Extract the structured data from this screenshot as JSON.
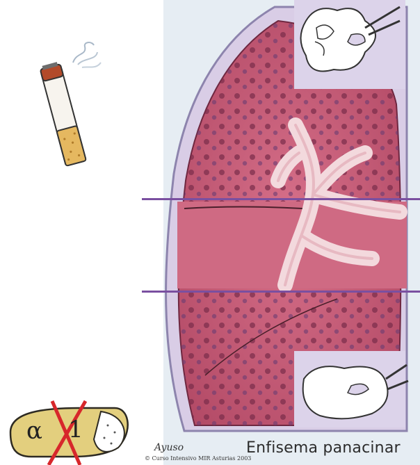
{
  "figure": {
    "caption": "Enfisema panacinar",
    "copyright": "© Curso Intensivo MIR Asturias 2003",
    "signature": "Ayuso",
    "alpha_label": "α",
    "one_label": "1"
  },
  "colors": {
    "background": "#ffffff",
    "lung_tissue": "#c8556f",
    "lung_dark": "#a93d58",
    "pleura": "#d9cde6",
    "airway": "#f3d9dd",
    "cut_line": "#7a4fa0",
    "inset_bg": "#dcd3ea",
    "x_mark": "#d7272b"
  }
}
